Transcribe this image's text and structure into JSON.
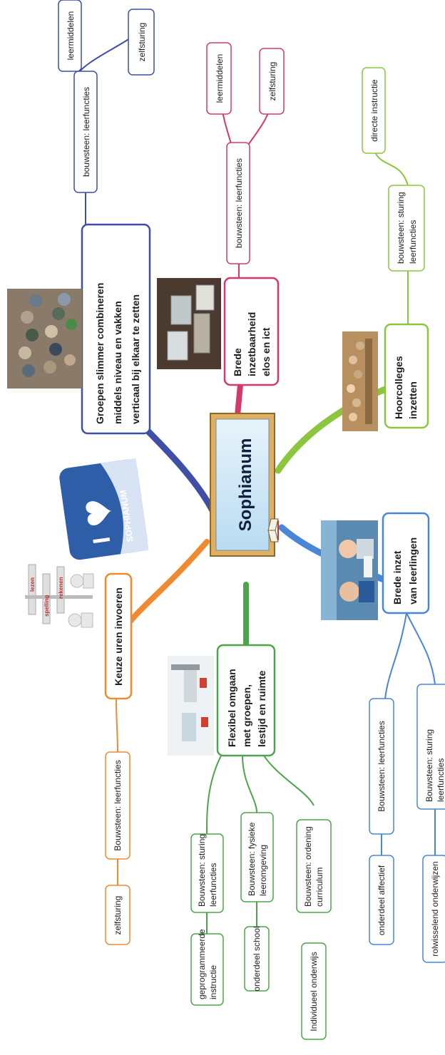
{
  "center": {
    "label": "Sophianum"
  },
  "colors": {
    "blue": "#3f4fa6",
    "pink": "#d5396b",
    "green_light": "#8cc63f",
    "green": "#4ca54c",
    "orange": "#f08a32",
    "sky": "#4a86d8"
  },
  "branches": {
    "groepen": {
      "label_lines": [
        "Groepen slimmer combineren",
        "middels niveau en vakken",
        "verticaal bij elkaar te zetten"
      ],
      "sub": "bouwsteen: leerfuncties",
      "leaves": [
        "leermiddelen",
        "zelfsturing"
      ]
    },
    "ict": {
      "label_lines": [
        "Brede",
        "inzetbaarheid",
        "elos en ict"
      ],
      "sub": "bouwsteen: leerfuncties",
      "leaves": [
        "leermiddelen",
        "zelfsturing"
      ]
    },
    "hoorcolleges": {
      "label_lines": [
        "Hoorcolleges",
        "inzetten"
      ],
      "sub_lines": [
        "bouwsteen: sturing",
        "leerfuncties"
      ],
      "leaves": [
        "directe instructie"
      ]
    },
    "keuze": {
      "label": "Keuze uren invoeren",
      "sub": "Bouwsteen: leerfuncties",
      "leaves": [
        "zelfsturing"
      ]
    },
    "flexibel": {
      "label_lines": [
        "Flexibel omgaan",
        "met groepen,",
        "lestijd en ruimte"
      ],
      "subs": [
        {
          "lines": [
            "Bouwsteen: sturing",
            "leerfuncties"
          ],
          "leaf_lines": [
            "geprogrammeerde",
            "instructie"
          ]
        },
        {
          "lines": [
            "Bouwsteen: fysieke",
            "leeromgeving"
          ],
          "leaf_lines": [
            "onderdeel school"
          ]
        },
        {
          "lines": [
            "Bouwsteen: ordening",
            "curriculum"
          ],
          "leaf_lines": [
            "Individueel onderwijs"
          ]
        }
      ]
    },
    "leerlingen": {
      "label_lines": [
        "Brede inzet",
        "van leerlingen"
      ],
      "subs": [
        {
          "lines": [
            "Bouwsteen: leerfuncties"
          ],
          "leaf_lines": [
            "onderdeel affectief"
          ]
        },
        {
          "lines": [
            "Bouwsteen: sturing",
            "leerfuncties"
          ],
          "leaf_lines": [
            "rolwisselend onderwijzen"
          ]
        }
      ]
    }
  },
  "images": {
    "logo_text": "SOPHIANUM",
    "signpost": {
      "top": "lezen",
      "middle": "spelling",
      "bottom": "rekenen"
    }
  }
}
